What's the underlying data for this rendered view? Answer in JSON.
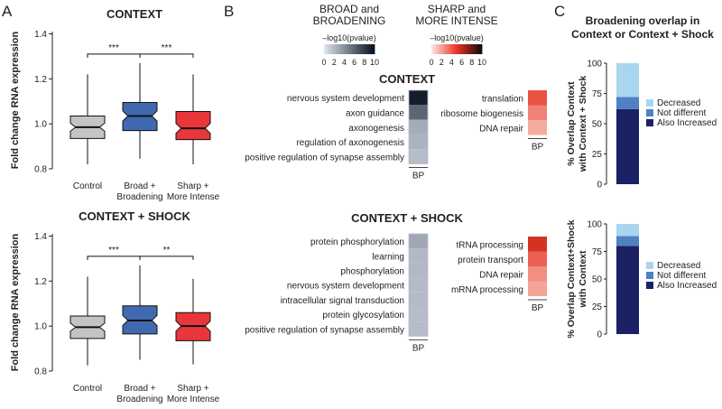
{
  "panel_labels": {
    "a": "A",
    "b": "B",
    "c": "C"
  },
  "chart_data": [
    {
      "id": "A1",
      "type": "boxplot",
      "title": "CONTEXT",
      "ylabel": "Fold change RNA expression",
      "ylim": [
        0.78,
        1.43
      ],
      "yticks": [
        0.8,
        1.0,
        1.2,
        1.4
      ],
      "ytick_labels": [
        "0.8",
        "1.0",
        "1.2",
        "1.4"
      ],
      "categories": [
        "Control",
        "Broad + Broadening",
        "Sharp + More Intense"
      ],
      "category_lines": [
        [
          "Control"
        ],
        [
          "Broad +",
          "Broadening"
        ],
        [
          "Sharp +",
          "More Intense"
        ]
      ],
      "colors": [
        "#c4c4c4",
        "#4169b0",
        "#e8363a"
      ],
      "boxes": [
        {
          "whisker_low": 0.82,
          "q1": 0.935,
          "median": 0.985,
          "q3": 1.035,
          "whisker_high": 1.22
        },
        {
          "whisker_low": 0.845,
          "q1": 0.97,
          "median": 1.035,
          "q3": 1.095,
          "whisker_high": 1.27
        },
        {
          "whisker_low": 0.82,
          "q1": 0.93,
          "median": 0.98,
          "q3": 1.055,
          "whisker_high": 1.22
        }
      ],
      "significance": [
        {
          "pair": [
            0,
            1
          ],
          "label": "***",
          "y": 1.31
        },
        {
          "pair": [
            1,
            2
          ],
          "label": "***",
          "y": 1.31
        }
      ]
    },
    {
      "id": "A2",
      "type": "boxplot",
      "title": "CONTEXT + SHOCK",
      "ylabel": "Fold change RNA expression",
      "ylim": [
        0.78,
        1.43
      ],
      "yticks": [
        0.8,
        1.0,
        1.2,
        1.4
      ],
      "ytick_labels": [
        "0.8",
        "1.0",
        "1.2",
        "1.4"
      ],
      "categories": [
        "Control",
        "Broad + Broadening",
        "Sharp + More Intense"
      ],
      "category_lines": [
        [
          "Control"
        ],
        [
          "Broad +",
          "Broadening"
        ],
        [
          "Sharp +",
          "More Intense"
        ]
      ],
      "colors": [
        "#c4c4c4",
        "#4169b0",
        "#e8363a"
      ],
      "boxes": [
        {
          "whisker_low": 0.825,
          "q1": 0.945,
          "median": 0.995,
          "q3": 1.045,
          "whisker_high": 1.22
        },
        {
          "whisker_low": 0.85,
          "q1": 0.965,
          "median": 1.025,
          "q3": 1.09,
          "whisker_high": 1.27
        },
        {
          "whisker_low": 0.83,
          "q1": 0.935,
          "median": 1.0,
          "q3": 1.06,
          "whisker_high": 1.21
        }
      ],
      "significance": [
        {
          "pair": [
            0,
            1
          ],
          "label": "***",
          "y": 1.31
        },
        {
          "pair": [
            1,
            2
          ],
          "label": "**",
          "y": 1.31
        }
      ]
    },
    {
      "id": "B",
      "type": "heatmap",
      "legends": [
        {
          "title_lines": [
            "BROAD and",
            "BROADENING"
          ],
          "subtitle": "–log10(pvalue)",
          "title_color": "#3a56a6",
          "scale": "blue",
          "ticks": [
            0,
            2,
            4,
            6,
            8,
            10
          ],
          "tick_labels": [
            "0",
            "2",
            "4",
            "6",
            "8",
            "10"
          ]
        },
        {
          "title_lines": [
            "SHARP and",
            "MORE INTENSE"
          ],
          "subtitle": "–log10(pvalue)",
          "title_color": "#e8363a",
          "scale": "red",
          "ticks": [
            0,
            2,
            4,
            6,
            8,
            10
          ],
          "tick_labels": [
            "0",
            "2",
            "4",
            "6",
            "8",
            "10"
          ]
        }
      ],
      "column_label": "BP",
      "sections": [
        {
          "title": "CONTEXT",
          "blue_terms": [
            "nervous system development",
            "axon guidance",
            "axonogenesis",
            "regulation of axonogenesis",
            "positive regulation of synapse assembly"
          ],
          "blue_values": [
            9.5,
            6.0,
            2.6,
            2.3,
            1.8
          ],
          "red_terms": [
            "translation",
            "ribosome biogenesis",
            "DNA repair"
          ],
          "red_values": [
            4.2,
            2.8,
            1.6
          ]
        },
        {
          "title": "CONTEXT + SHOCK",
          "blue_terms": [
            "protein phosphorylation",
            "learning",
            "phosphorylation",
            "nervous system development",
            "intracellular signal transduction",
            "protein glycosylation",
            "positive regulation of synapse assembly"
          ],
          "blue_values": [
            2.8,
            2.0,
            2.0,
            1.9,
            1.9,
            1.8,
            1.8
          ],
          "red_terms": [
            "tRNA processing",
            "protein transport",
            "DNA repair",
            "mRNA processing"
          ],
          "red_values": [
            5.5,
            3.8,
            2.4,
            1.8
          ]
        }
      ]
    },
    {
      "id": "C",
      "type": "stacked_bar",
      "title_lines": [
        "Broadening overlap in",
        "Context or Context + Shock"
      ],
      "yticks": [
        0,
        25,
        50,
        75,
        100
      ],
      "ylim": [
        0,
        100
      ],
      "legend": [
        "Decreased",
        "Not different",
        "Also Increased"
      ],
      "colors": {
        "Decreased": "#a9d5ee",
        "Not different": "#4f80c2",
        "Also Increased": "#1b2164"
      },
      "charts": [
        {
          "ylabel_lines": [
            "% Overlap Context",
            "with Context + Shock"
          ],
          "values": {
            "Also Increased": 62,
            "Not different": 10,
            "Decreased": 28
          }
        },
        {
          "ylabel_lines": [
            "% Overlap Context+Shock",
            "with Context"
          ],
          "values": {
            "Also Increased": 80,
            "Not different": 9,
            "Decreased": 11
          }
        }
      ]
    }
  ]
}
